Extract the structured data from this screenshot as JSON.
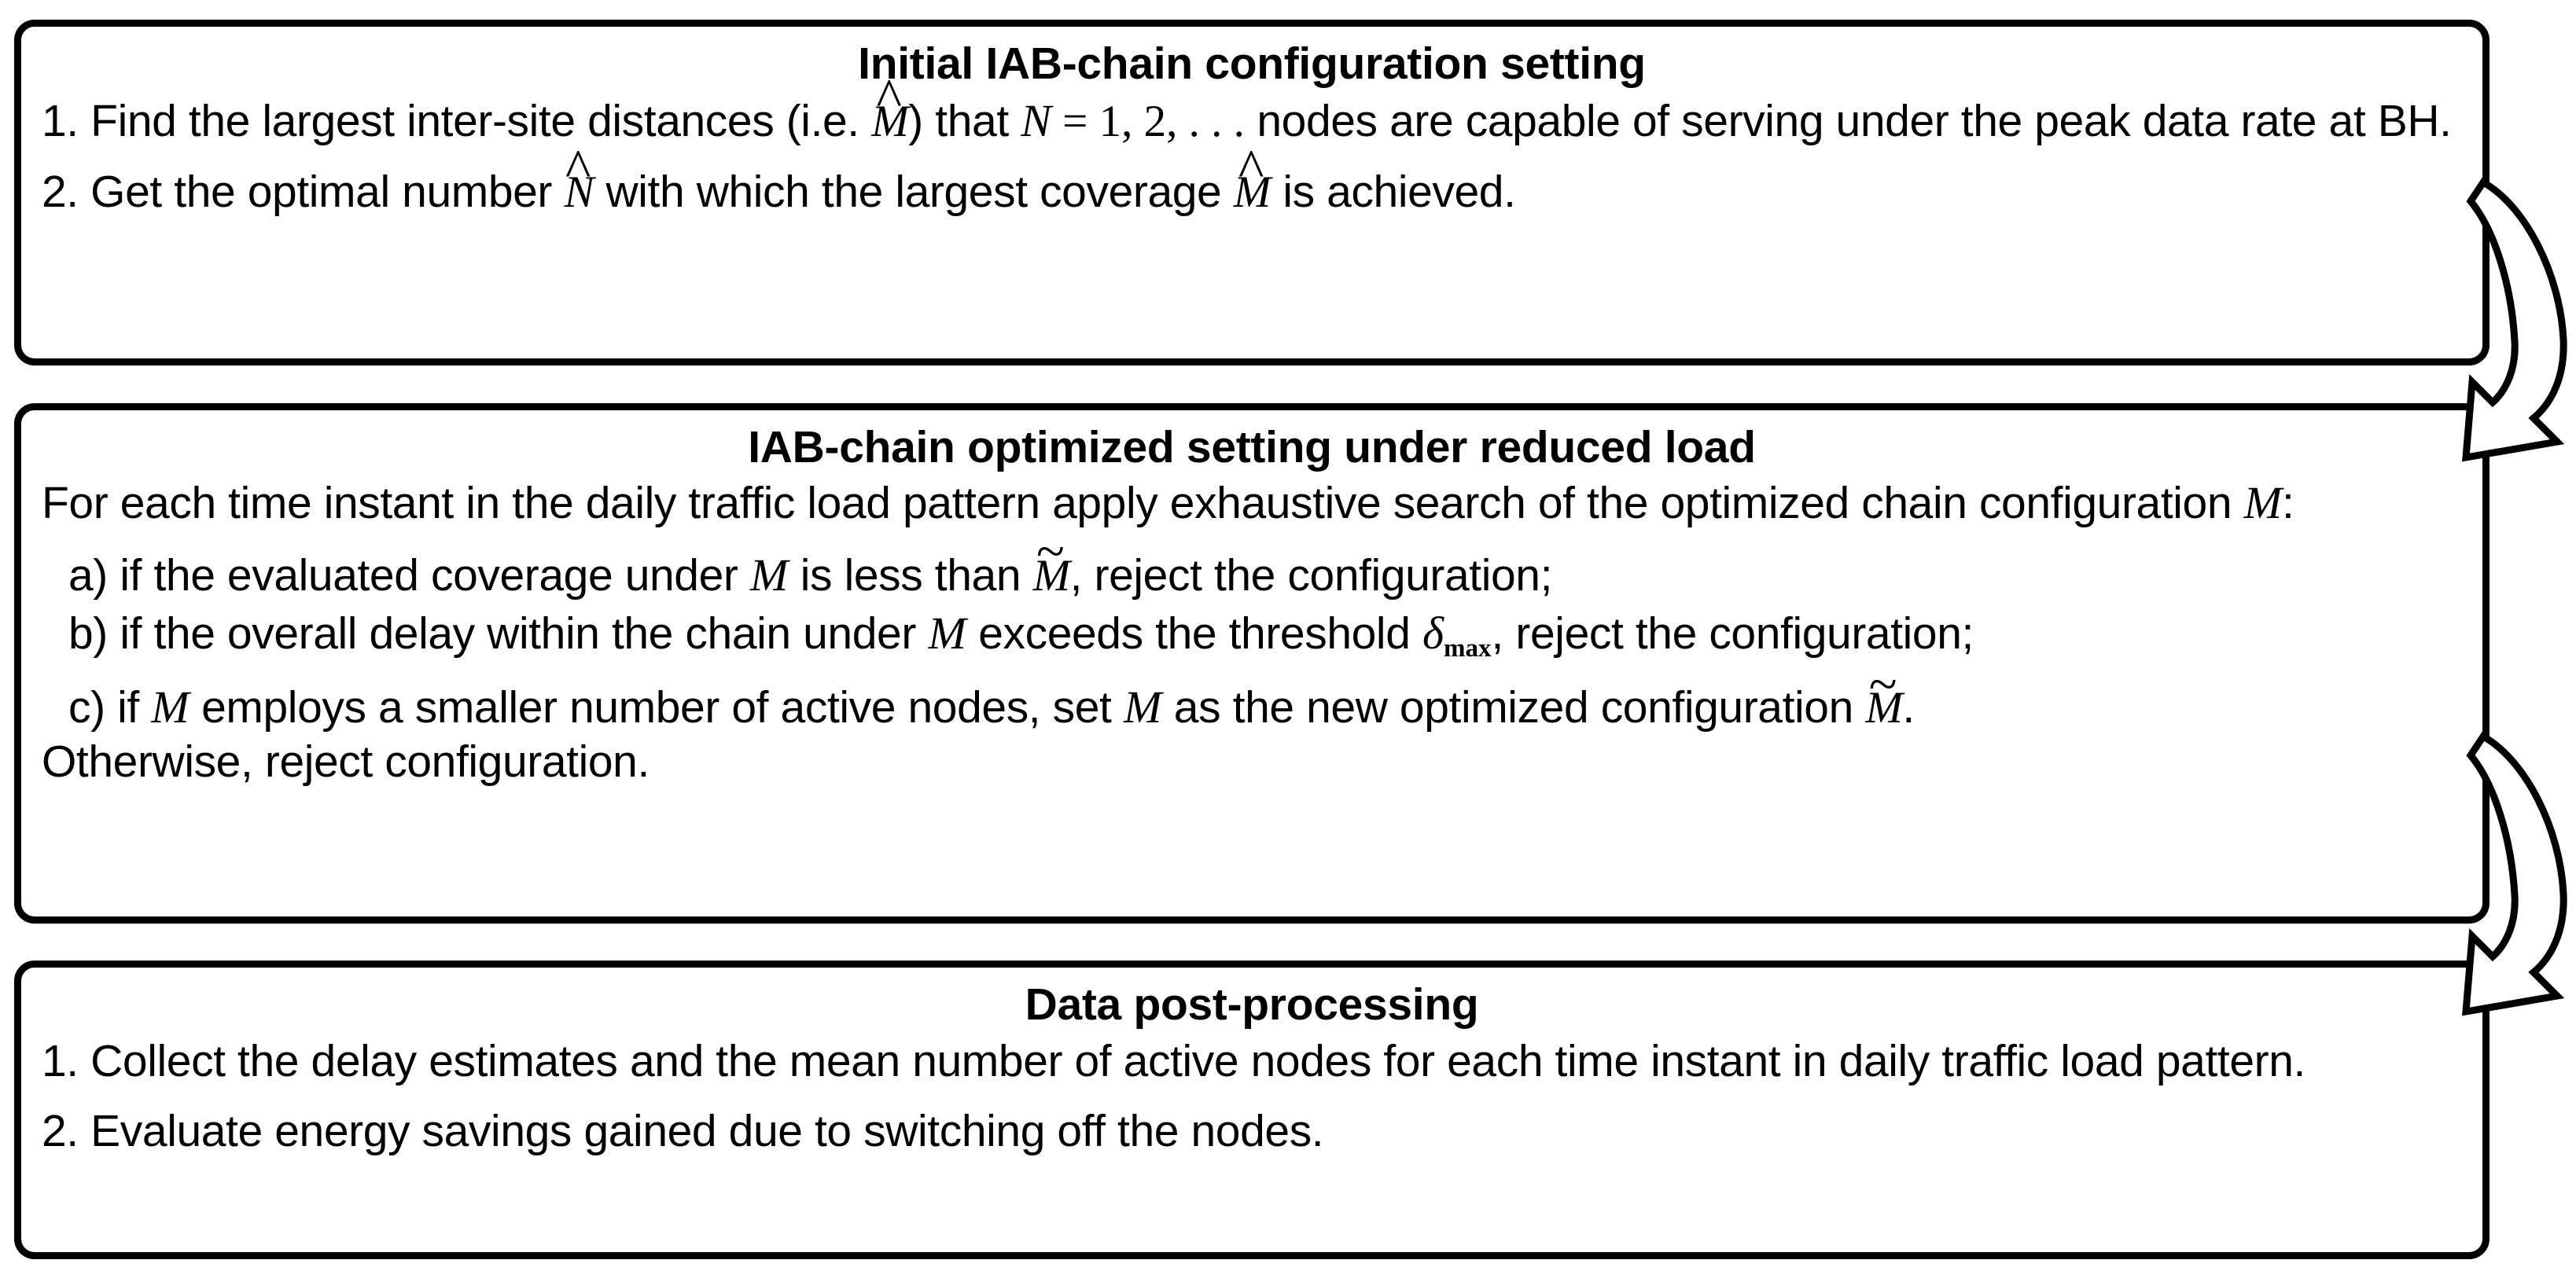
{
  "diagram": {
    "type": "flowchart",
    "title": "IAB-chain configuration and optimization workflow",
    "orientation": "vertical",
    "stages": [
      {
        "id": "initial-configuration",
        "title": "Initial IAB-chain configuration setting",
        "lines": [
          {
            "kind": "numbered",
            "label": "1.",
            "text_parts": [
              {
                "t": "text",
                "v": "1. Find the largest inter-site distances (i.e. "
              },
              {
                "t": "math",
                "v": "M",
                "accent": "hat"
              },
              {
                "t": "text",
                "v": ") that "
              },
              {
                "t": "math",
                "v": "N"
              },
              {
                "t": "mathupright",
                "v": " = 1, 2, . . ."
              },
              {
                "t": "text",
                "v": " nodes are capable of serving under the peak data rate at BH."
              }
            ],
            "plain": "1. Find the largest inter-site distances (i.e. M̂) that N = 1, 2, . . . nodes are capable of serving under the peak data rate at BH."
          },
          {
            "kind": "numbered",
            "label": "2.",
            "text_parts": [
              {
                "t": "text",
                "v": "2. Get the optimal number "
              },
              {
                "t": "math",
                "v": "N",
                "accent": "hat"
              },
              {
                "t": "text",
                "v": "  with which the largest coverage "
              },
              {
                "t": "math",
                "v": "M",
                "accent": "hat"
              },
              {
                "t": "text",
                "v": " is achieved."
              }
            ],
            "plain": "2. Get the optimal number N̂ with which the largest coverage M̂ is achieved."
          }
        ]
      },
      {
        "id": "optimized-setting",
        "title": "IAB-chain optimized setting under reduced load",
        "lines": [
          {
            "kind": "paragraph",
            "plain": "For each time instant in the daily traffic load pattern apply exhaustive search of the optimized chain configuration M:"
          },
          {
            "kind": "sub",
            "label": "a)",
            "plain": "a) if the evaluated coverage under M is less than M̃, reject the configuration;"
          },
          {
            "kind": "sub",
            "label": "b)",
            "plain": "b) if the overall delay within the chain under M exceeds the threshold δmax, reject the configuration;"
          },
          {
            "kind": "sub",
            "label": "c)",
            "plain": "c) if M employs a smaller number of active nodes, set M as the new optimized configuration M̃."
          },
          {
            "kind": "paragraph",
            "plain": "Otherwise, reject configuration."
          }
        ]
      },
      {
        "id": "data-post-processing",
        "title": "Data post-processing",
        "lines": [
          {
            "kind": "numbered",
            "label": "1.",
            "plain": "1. Collect the delay estimates and the mean number of active nodes for each time instant in daily traffic load pattern."
          },
          {
            "kind": "numbered",
            "label": "2.",
            "plain": "2. Evaluate energy savings gained due to switching off the nodes."
          }
        ]
      }
    ],
    "connectors": [
      {
        "id": "connector-1",
        "from": "initial-configuration",
        "to": "optimized-setting",
        "style": "curved-block-arrow"
      },
      {
        "id": "connector-2",
        "from": "optimized-setting",
        "to": "data-post-processing",
        "style": "curved-block-arrow"
      }
    ],
    "symbols": {
      "M_hat": "M̂",
      "N_hat": "N̂",
      "M_tilde": "M̃",
      "M": "M",
      "N": "N",
      "delta_max": "δmax",
      "series": "= 1, 2, . . ."
    },
    "colors": {
      "stroke": "#000000",
      "fill": "#ffffff",
      "text": "#000000"
    }
  },
  "box1": {
    "title": "Initial IAB-chain configuration setting",
    "line1_a": "1. Find the largest inter-site distances (i.e. ",
    "line1_mhat": "M",
    "line1_b": ") that ",
    "line1_N": "N",
    "line1_eq": " = 1, 2, . . .",
    "line1_c": " nodes are capable of serving under the peak data rate at BH.",
    "line2_a": "2. Get the optimal number ",
    "line2_Nhat": "N",
    "line2_b": "  with which the largest coverage ",
    "line2_Mhat": "M",
    "line2_c": " is achieved."
  },
  "box2": {
    "title": "IAB-chain optimized setting under reduced load",
    "intro_a": "For each time instant in the daily traffic load pattern apply exhaustive search of the optimized chain configuration ",
    "intro_M": "M",
    "intro_b": ":",
    "a_1": "a) if the evaluated coverage under ",
    "a_M": "M",
    "a_2": " is less than ",
    "a_Mtilde": "M",
    "a_3": ", reject the configuration;",
    "b_1": "b) if the overall delay within the chain under ",
    "b_M": "M",
    "b_2": " exceeds the threshold ",
    "b_delta": "δ",
    "b_sub": "max",
    "b_3": ", reject the configuration;",
    "c_1": "c) if ",
    "c_M1": "M",
    "c_2": " employs a smaller number of active nodes, set ",
    "c_M2": "M",
    "c_3": " as the new optimized configuration ",
    "c_Mtilde": "M",
    "c_4": ".",
    "outro": "Otherwise, reject configuration."
  },
  "box3": {
    "title": "Data post-processing",
    "line1": "1. Collect the delay estimates and the mean number of active nodes for each time instant in daily traffic load pattern.",
    "line2": "2. Evaluate energy savings gained due to switching off the nodes."
  },
  "accents": {
    "hat": "^",
    "tilde": "~"
  }
}
